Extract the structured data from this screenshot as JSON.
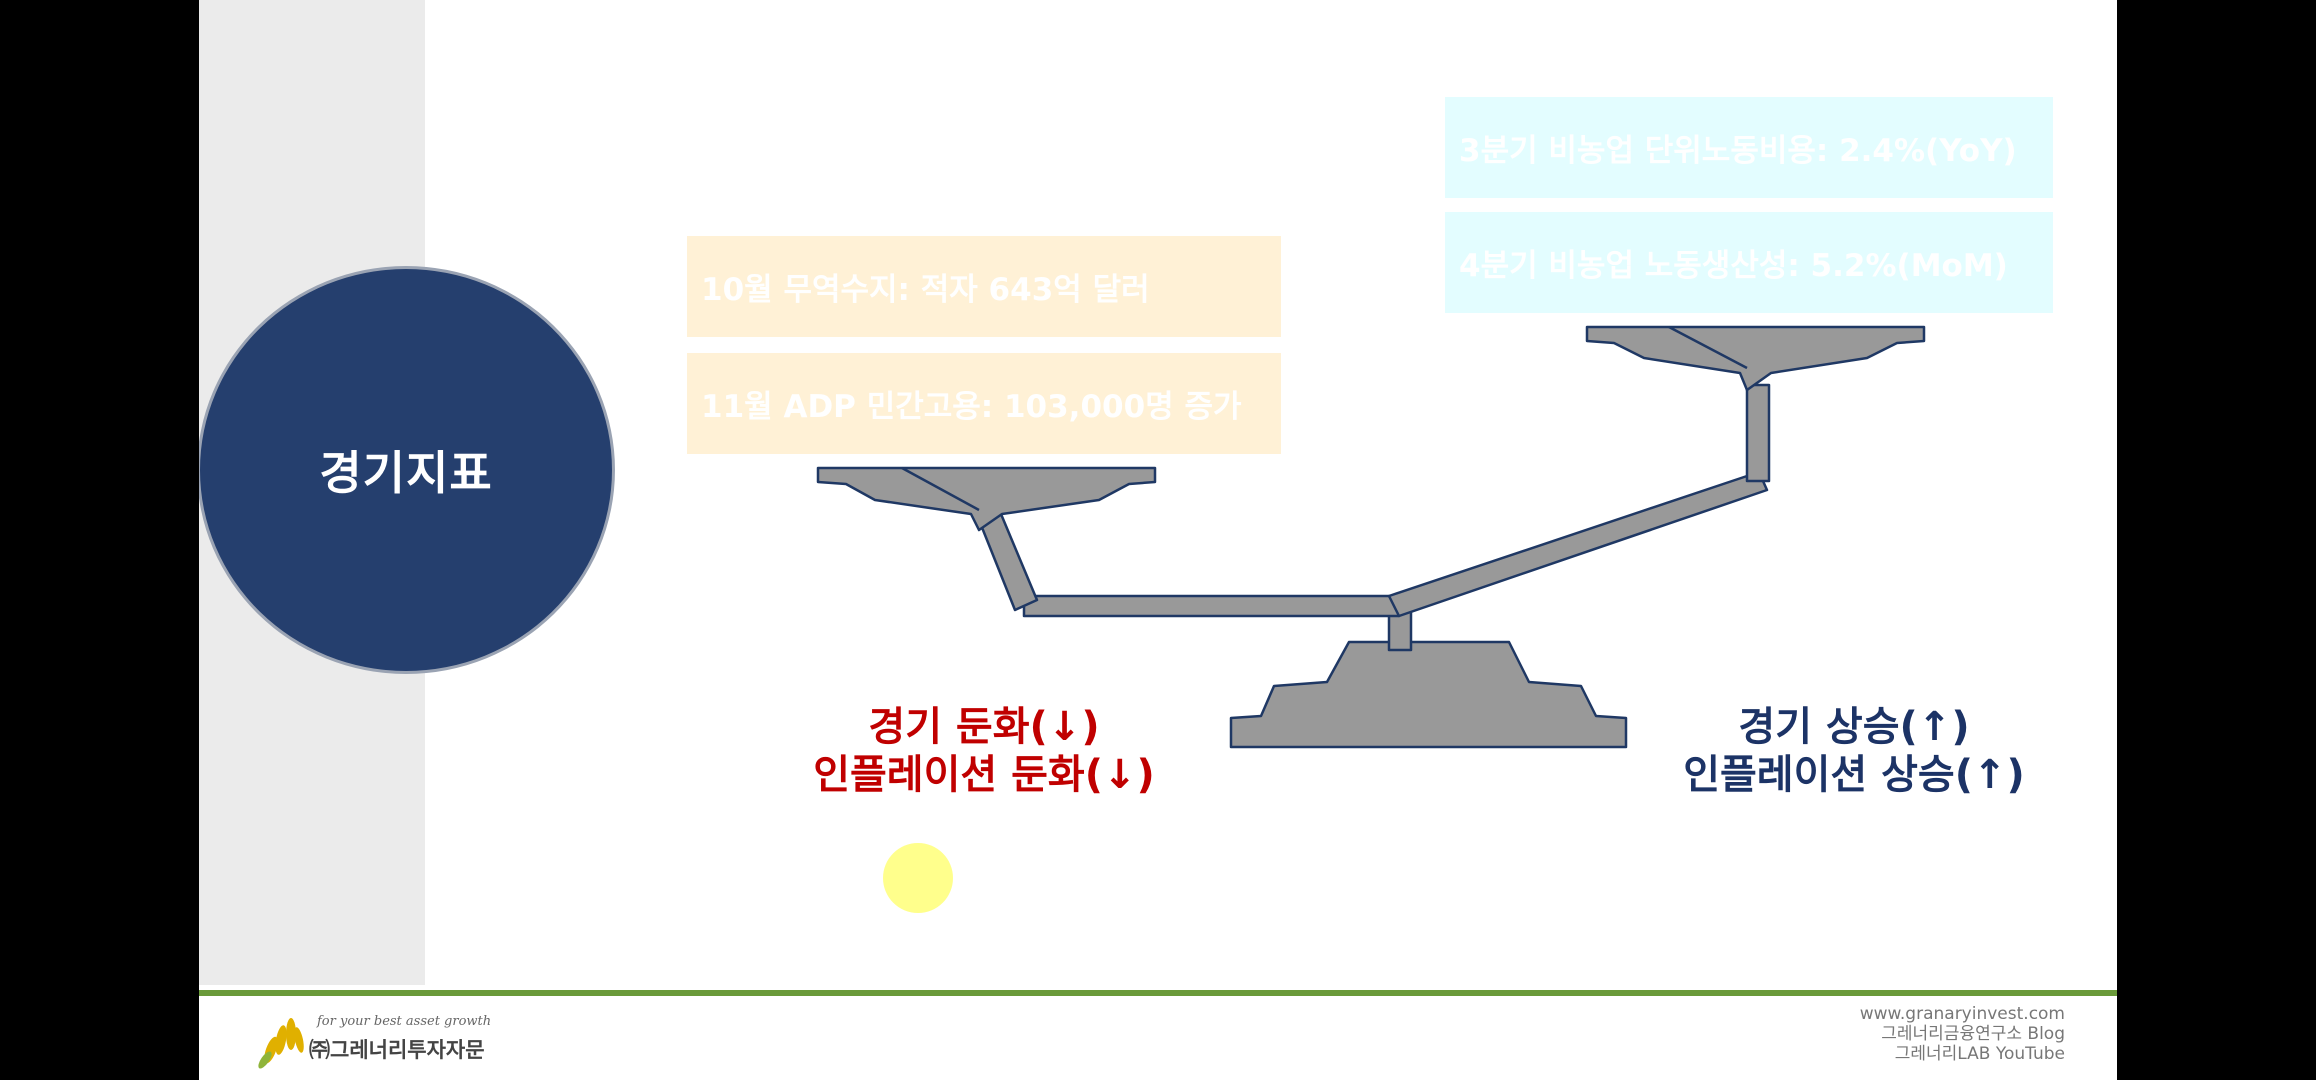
{
  "slide": {
    "circle_title": "경기지표",
    "left_boxes": [
      {
        "text": "10월 무역수지: 적자 643억 달러"
      },
      {
        "text": "11월 ADP 민간고용: 103,000명 증가"
      }
    ],
    "right_boxes": [
      {
        "text": "3분기 비농업 단위노동비용: 2.4%(YoY)"
      },
      {
        "text": "4분기 비농업 노동생산성: 5.2%(MoM)"
      }
    ],
    "left_label": {
      "line1": "경기 둔화(↓)",
      "line2": "인플레이션 둔화(↓)"
    },
    "right_label": {
      "line1": "경기 상승(↑)",
      "line2": "인플레이션 상승(↑)"
    }
  },
  "footer": {
    "tagline": "for your best asset growth",
    "company": "㈜그레너리투자자문",
    "links": [
      "www.granaryinvest.com",
      "그레너리금융연구소 Blog",
      "그레너리LAB YouTube"
    ]
  },
  "colors": {
    "circle": "#253f6e",
    "red_label": "#c00000",
    "navy_label": "#1c3366",
    "scale_fill": "#999999",
    "scale_outline": "#1f3864",
    "green_bar": "#6a9a3a",
    "orange_box": "#fff1d6",
    "cyan_box": "#e3fdff"
  }
}
